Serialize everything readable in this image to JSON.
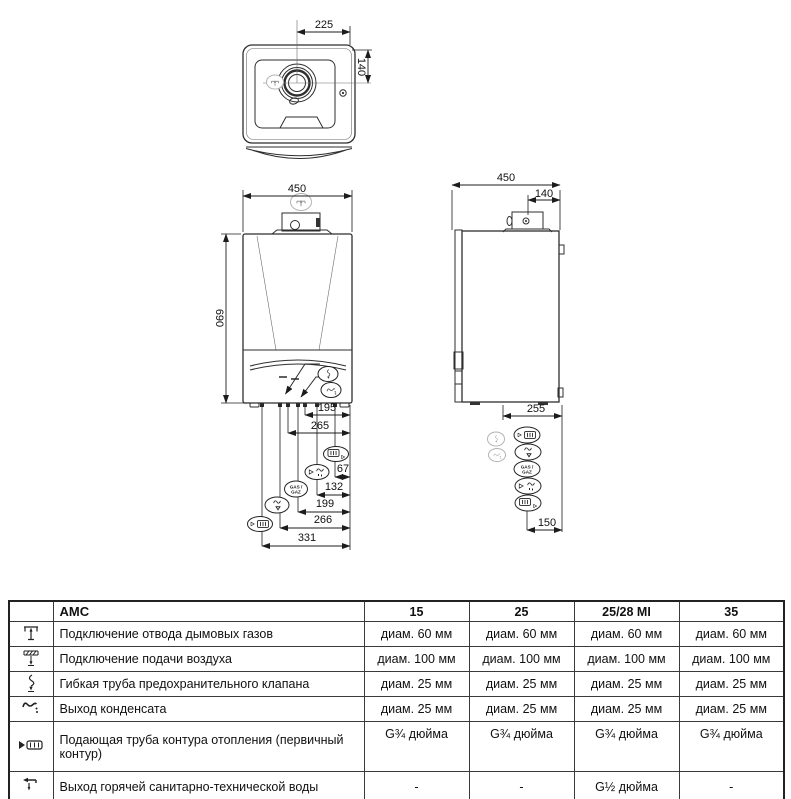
{
  "diagram": {
    "top_view": {
      "dims": {
        "width_to_flue": "225",
        "depth_to_flue": "140"
      }
    },
    "front_view": {
      "dims": {
        "width": "450",
        "height": "690",
        "d195": "195",
        "d265": "265",
        "d67": "67",
        "d132": "132",
        "d199": "199",
        "d266": "266",
        "d331": "331"
      }
    },
    "side_view": {
      "dims": {
        "depth": "450",
        "flue_offset": "140",
        "d255": "255",
        "d150": "150"
      }
    },
    "gas_label": {
      "line1": "GAS /",
      "line2": "GAZ"
    }
  },
  "table": {
    "header": {
      "brand": "AMC",
      "models": [
        "15",
        "25",
        "25/28 MI",
        "35"
      ]
    },
    "rows": [
      {
        "icon": "flue-gas-icon",
        "label": "Подключение отвода дымовых газов",
        "values": [
          "диам. 60 мм",
          "диам. 60 мм",
          "диам. 60 мм",
          "диам. 60 мм"
        ]
      },
      {
        "icon": "air-supply-icon",
        "label": "Подключение подачи воздуха",
        "values": [
          "диам. 100 мм",
          "диам. 100 мм",
          "диам. 100 мм",
          "диам. 100 мм"
        ]
      },
      {
        "icon": "safety-valve-icon",
        "label": "Гибкая труба предохранительного клапана",
        "values": [
          "диам. 25 мм",
          "диам. 25 мм",
          "диам. 25 мм",
          "диам. 25 мм"
        ]
      },
      {
        "icon": "condensate-icon",
        "label": "Выход конденсата",
        "values": [
          "диам. 25 мм",
          "диам. 25 мм",
          "диам. 25 мм",
          "диам. 25 мм"
        ]
      },
      {
        "icon": "heating-flow-icon",
        "label": "Подающая труба контура отопления (первичный контур)",
        "values": [
          "G¾ дюйма",
          "G¾ дюйма",
          "G¾ дюйма",
          "G¾ дюйма"
        ]
      },
      {
        "icon": "dhw-outlet-icon",
        "label": "Выход горячей санитарно-технической воды",
        "values": [
          "-",
          "-",
          "G½ дюйма",
          "-"
        ]
      }
    ]
  }
}
